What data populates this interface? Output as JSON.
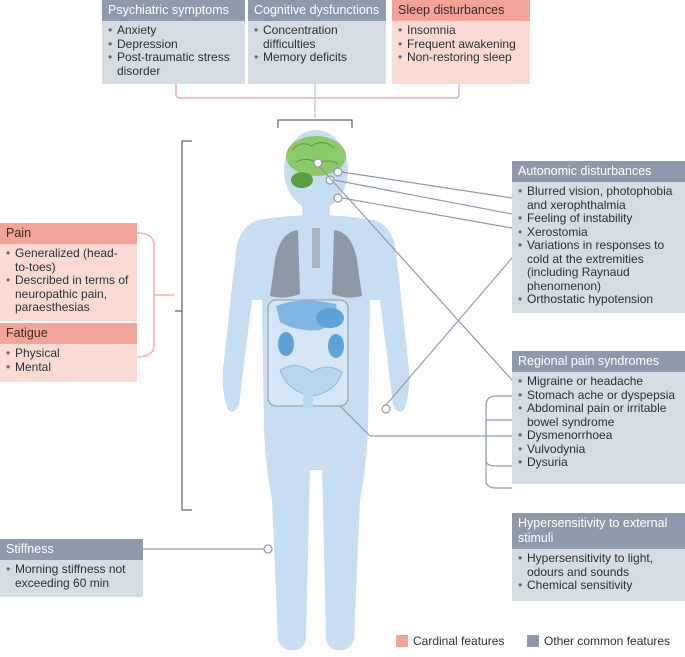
{
  "colors": {
    "cardinal": "#f3a49a",
    "cardinal_light": "#fbdad4",
    "other": "#8e9aab",
    "other_light": "#d6dce4",
    "body": "#c7def2",
    "brain": "#8cc96a",
    "lungs": "#8d97a6",
    "organs": "#7fb6e4"
  },
  "boxes": {
    "psychiatric": {
      "title": "Psychiatric symptoms",
      "items": [
        "Anxiety",
        "Depression",
        "Post-traumatic stress disorder"
      ]
    },
    "cognitive": {
      "title": "Cognitive dysfunctions",
      "items": [
        "Concentration difficulties",
        "Memory deficits"
      ]
    },
    "sleep": {
      "title": "Sleep disturbances",
      "items": [
        "Insomnia",
        "Frequent awakening",
        "Non-restoring sleep"
      ]
    },
    "pain": {
      "title": "Pain",
      "items": [
        "Generalized (head-to-toes)",
        "Described in terms of neuropathic pain, paraesthesias"
      ]
    },
    "fatigue": {
      "title": "Fatigue",
      "items": [
        "Physical",
        "Mental"
      ]
    },
    "stiffness": {
      "title": "Stiffness",
      "items": [
        "Morning stiffness not exceeding 60 min"
      ]
    },
    "autonomic": {
      "title": "Autonomic disturbances",
      "items": [
        "Blurred vision, photophobia and xerophthalmia",
        "Feeling of instability",
        "Xerostomia",
        "Variations in responses to cold at the extremities (including Raynaud phenomenon)",
        "Orthostatic hypotension"
      ]
    },
    "regional": {
      "title": "Regional pain syndromes",
      "items": [
        "Migraine or headache",
        "Stomach ache or dyspepsia",
        "Abdominal pain or irritable bowel syndrome",
        "Dysmenorrhoea",
        "Vulvodynia",
        "Dysuria"
      ]
    },
    "hypersensitivity": {
      "title": "Hypersensitivity to external stimuli",
      "items": [
        "Hypersensitivity to light, odours and sounds",
        "Chemical sensitivity"
      ]
    }
  },
  "legend": {
    "cardinal_label": "Cardinal features",
    "other_label": "Other common features"
  }
}
